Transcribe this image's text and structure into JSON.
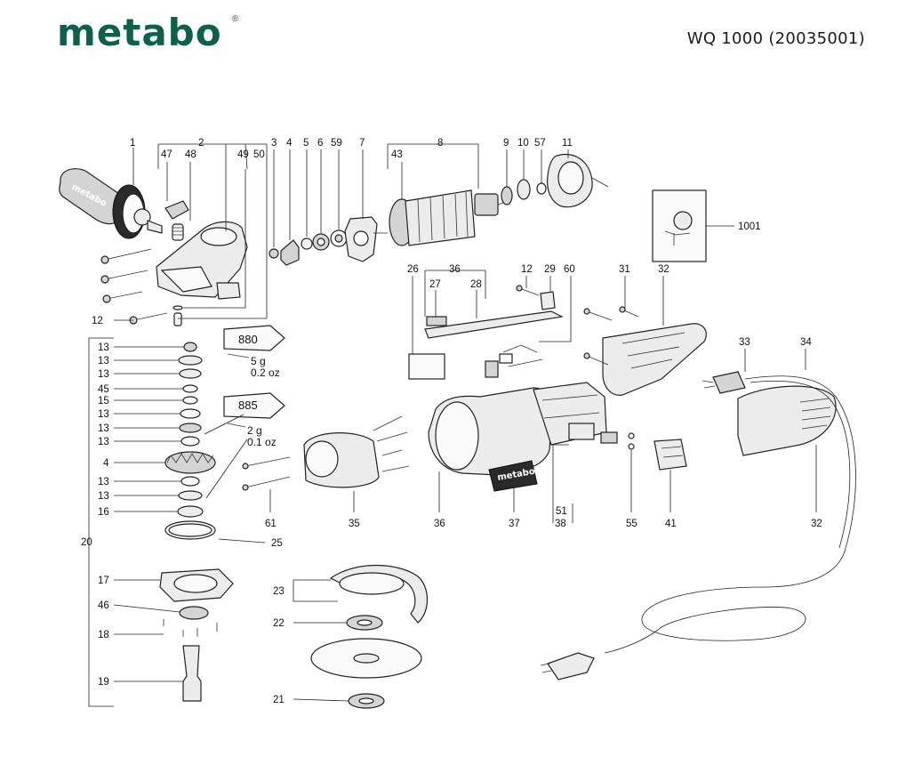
{
  "header": {
    "brand": "metabo",
    "model": "WQ 1000 (20035001)"
  },
  "diagram": {
    "labels": {
      "p1": "1",
      "p2": "2",
      "p3": "3",
      "p4": "4",
      "p5": "5",
      "p6": "6",
      "p59": "59",
      "p7": "7",
      "p8": "8",
      "p9": "9",
      "p10": "10",
      "p57": "57",
      "p11": "11",
      "p47": "47",
      "p48": "48",
      "p49": "49",
      "p50": "50",
      "p43": "43",
      "p1001": "1001",
      "p12a": "12",
      "p26": "26",
      "p36a": "36",
      "p27": "27",
      "p28": "28",
      "p12b": "12",
      "p29": "29",
      "p60": "60",
      "p31": "31",
      "p32a": "32",
      "p33": "33",
      "p34": "34",
      "p13a": "13",
      "p13b": "13",
      "p13c": "13",
      "p45": "45",
      "p15": "15",
      "p13d": "13",
      "p13e": "13",
      "p13f": "13",
      "p4b": "4",
      "p13g": "13",
      "p13h": "13",
      "p16": "16",
      "p20": "20",
      "p25": "25",
      "p17": "17",
      "p46": "46",
      "p18": "18",
      "p19": "19",
      "p23": "23",
      "p22": "22",
      "p21": "21",
      "p61": "61",
      "p35": "35",
      "p36b": "36",
      "p37": "37",
      "p38": "38",
      "p51": "51",
      "p55": "55",
      "p41": "41",
      "p32b": "32"
    },
    "grease_880": {
      "tube": "880",
      "amount_g": "5 g",
      "amount_oz": "0.2 oz"
    },
    "grease_885": {
      "tube": "885",
      "amount_g": "2 g",
      "amount_oz": "0.1 oz"
    },
    "handle_logo": "metabo",
    "label_plate": "metabo"
  },
  "colors": {
    "brand": "#0f5f4d"
  }
}
